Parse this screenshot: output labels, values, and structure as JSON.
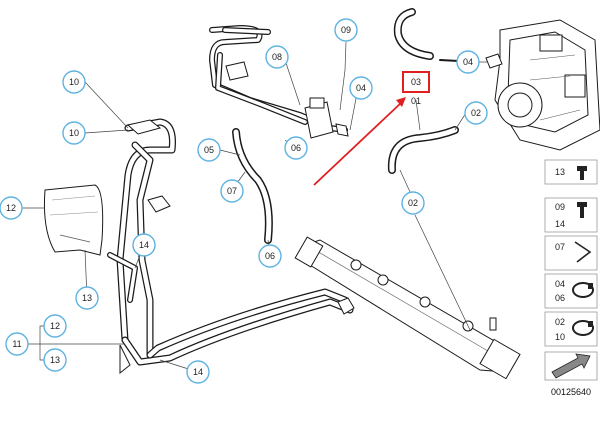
{
  "callouts": {
    "c10a": "10",
    "c10b": "10",
    "c12a": "12",
    "c13a": "13",
    "c11": "11",
    "c12b": "12",
    "c13b": "13",
    "c14a": "14",
    "c14b": "14",
    "c08": "08",
    "c09": "09",
    "c05": "05",
    "c06a": "06",
    "c07": "07",
    "c06b": "06",
    "c04a": "04",
    "c04b": "04",
    "c03": "03",
    "c01": "01",
    "c02a": "02",
    "c02b": "02"
  },
  "legend": [
    {
      "num": "13",
      "icon": "bolt-icon"
    },
    {
      "num": "09",
      "icon": "bolt-icon"
    },
    {
      "num": "14",
      "icon": ""
    },
    {
      "num": "07",
      "icon": "clip-icon"
    },
    {
      "num": "04",
      "icon": "hose-clamp-icon"
    },
    {
      "num": "06",
      "icon": ""
    },
    {
      "num": "02",
      "icon": "hose-clamp-icon"
    },
    {
      "num": "10",
      "icon": ""
    }
  ],
  "doc_number": "00125640",
  "colors": {
    "callout_stroke": "#5fb3e0",
    "highlight": "#e02020",
    "arrow": "#e02020"
  }
}
